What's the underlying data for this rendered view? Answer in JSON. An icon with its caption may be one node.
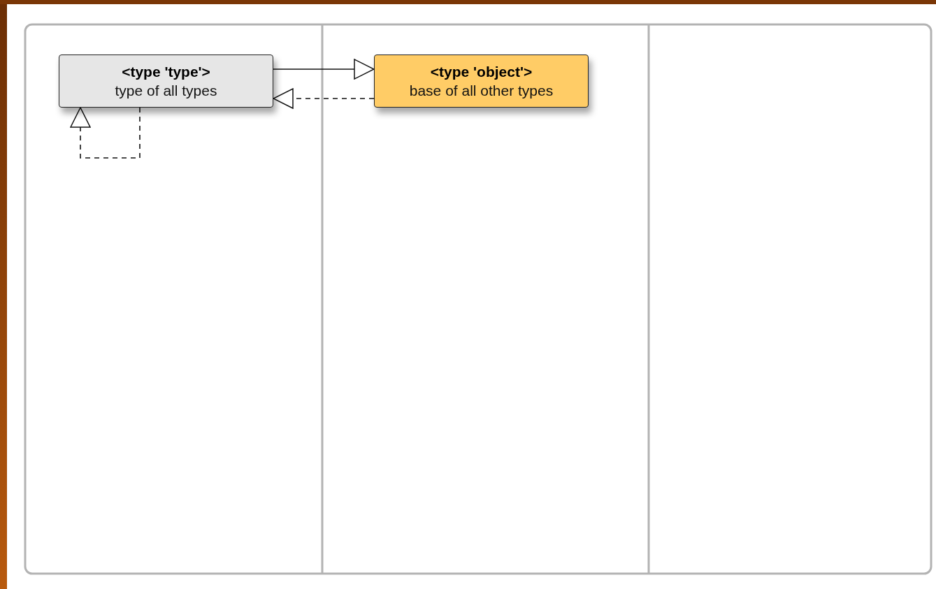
{
  "diagram": {
    "nodes": [
      {
        "text": [
          "<type 'type'>",
          "type of all types"
        ]
      },
      {
        "text": [
          "<type 'object'>",
          "base of all other types"
        ]
      }
    ],
    "edges": [
      {
        "from": 0,
        "to": 1,
        "arrow": "to"
      },
      {
        "from": 1,
        "to": 0,
        "arrow": "to",
        "style": "dashed"
      },
      {
        "from": 0,
        "to": 0,
        "arrow": "to",
        "style": "dashed"
      }
    ]
  }
}
